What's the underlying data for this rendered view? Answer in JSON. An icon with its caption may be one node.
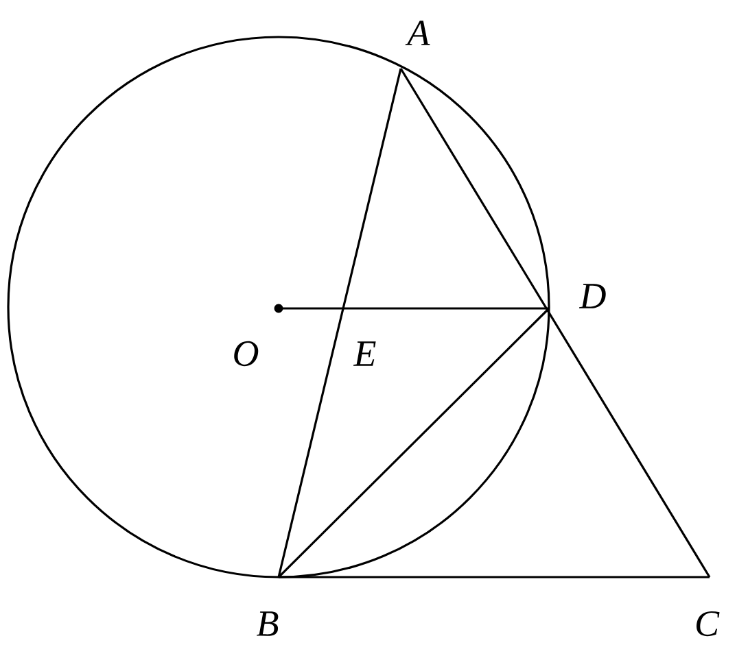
{
  "diagram": {
    "nodes": [
      {
        "text": [
          "A"
        ]
      },
      {
        "text": [
          "B"
        ]
      },
      {
        "text": [
          "C"
        ]
      },
      {
        "text": [
          "D"
        ]
      },
      {
        "text": [
          "E"
        ]
      },
      {
        "text": [
          "O"
        ]
      }
    ],
    "edges": [
      {
        "from": 0,
        "to": 2,
        "arrow": "none"
      },
      {
        "from": 0,
        "to": 1,
        "arrow": "none"
      },
      {
        "from": 1,
        "to": 2,
        "arrow": "none"
      },
      {
        "from": 1,
        "to": 3,
        "arrow": "none"
      },
      {
        "from": 5,
        "to": 3,
        "arrow": "none"
      }
    ]
  }
}
